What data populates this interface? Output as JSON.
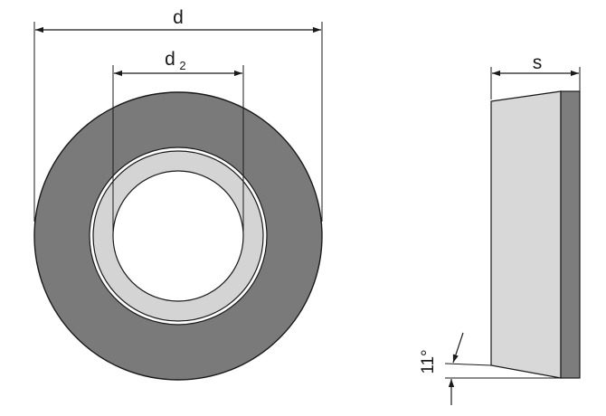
{
  "labels": {
    "outer_diameter": "d",
    "inner_diameter": "d",
    "inner_diameter_subscript": "2",
    "thickness": "s",
    "angle": "11°"
  },
  "colors": {
    "ring_dark": "#7a7a7a",
    "ring_light": "#d4d4d4",
    "side_face": "#d8d8d8",
    "side_edge": "#7d7d7d",
    "outline": "#1a1a1a",
    "background": "#ffffff"
  }
}
